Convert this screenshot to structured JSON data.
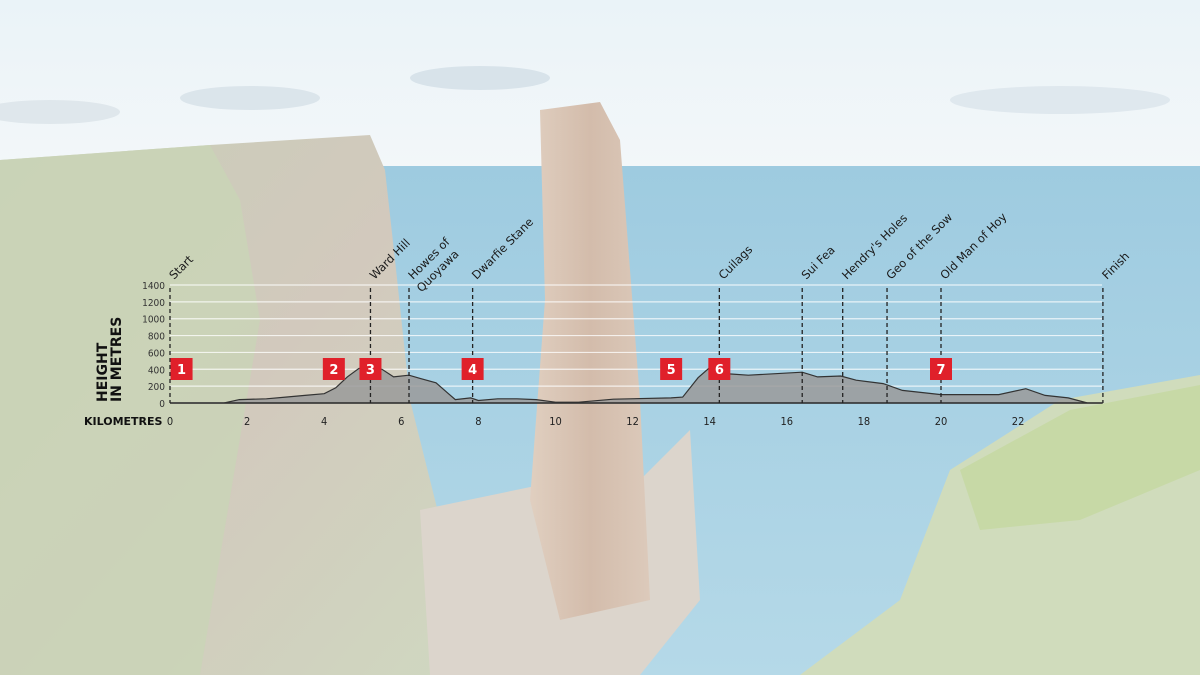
{
  "chart_data": {
    "type": "area",
    "title": "",
    "xlabel": "KILOMETRES",
    "ylabel": "HEIGHT IN METRES",
    "ylabel_lines": [
      "HEIGHT",
      "IN METRES"
    ],
    "xlim": [
      0,
      24.2
    ],
    "ylim": [
      0,
      1400
    ],
    "x_ticks": [
      0,
      2,
      4,
      6,
      8,
      10,
      12,
      14,
      16,
      18,
      20,
      22
    ],
    "y_ticks": [
      0,
      200,
      400,
      600,
      800,
      1000,
      1200,
      1400
    ],
    "grid": true,
    "fill_color": "#9a9a9a",
    "line_color": "#333333",
    "marker_color": "#e0202a",
    "profile": [
      [
        0,
        0
      ],
      [
        1.4,
        0
      ],
      [
        1.8,
        40
      ],
      [
        2.5,
        50
      ],
      [
        3,
        70
      ],
      [
        3.5,
        90
      ],
      [
        4,
        110
      ],
      [
        4.3,
        180
      ],
      [
        4.6,
        310
      ],
      [
        4.9,
        410
      ],
      [
        5.1,
        420
      ],
      [
        5.5,
        400
      ],
      [
        5.8,
        310
      ],
      [
        6.2,
        330
      ],
      [
        6.5,
        290
      ],
      [
        6.9,
        240
      ],
      [
        7.2,
        120
      ],
      [
        7.4,
        40
      ],
      [
        7.8,
        60
      ],
      [
        8.0,
        30
      ],
      [
        8.5,
        50
      ],
      [
        9,
        50
      ],
      [
        9.5,
        40
      ],
      [
        10,
        10
      ],
      [
        10.6,
        10
      ],
      [
        11.5,
        45
      ],
      [
        13,
        60
      ],
      [
        13.3,
        70
      ],
      [
        13.7,
        300
      ],
      [
        14.0,
        420
      ],
      [
        14.5,
        345
      ],
      [
        15,
        330
      ],
      [
        16.4,
        365
      ],
      [
        16.8,
        310
      ],
      [
        17.4,
        320
      ],
      [
        17.8,
        270
      ],
      [
        18.5,
        230
      ],
      [
        19,
        150
      ],
      [
        20,
        100
      ],
      [
        21.5,
        100
      ],
      [
        22.2,
        170
      ],
      [
        22.7,
        90
      ],
      [
        23.3,
        60
      ],
      [
        23.8,
        0
      ],
      [
        24.2,
        0
      ]
    ],
    "waypoints": [
      {
        "label": "Start",
        "km": 0
      },
      {
        "label": "Ward Hill",
        "km": 5.2
      },
      {
        "label": "Howes of",
        "label2": "Quoyawa",
        "km": 6.2
      },
      {
        "label": "Dwarfie Stane",
        "km": 7.85
      },
      {
        "label": "Cuilags",
        "km": 14.25
      },
      {
        "label": "Sui Fea",
        "km": 16.4
      },
      {
        "label": "Hendry's Holes",
        "km": 17.45
      },
      {
        "label": "Geo of the Sow",
        "km": 18.6
      },
      {
        "label": "Old Man of Hoy",
        "km": 20.0
      },
      {
        "label": "Finish",
        "km": 24.2
      }
    ],
    "markers": [
      {
        "label": "1",
        "km": 0.3
      },
      {
        "label": "2",
        "km": 4.25
      },
      {
        "label": "3",
        "km": 5.2
      },
      {
        "label": "4",
        "km": 7.85
      },
      {
        "label": "5",
        "km": 13.0
      },
      {
        "label": "6",
        "km": 14.25
      },
      {
        "label": "7",
        "km": 20.0
      }
    ]
  }
}
